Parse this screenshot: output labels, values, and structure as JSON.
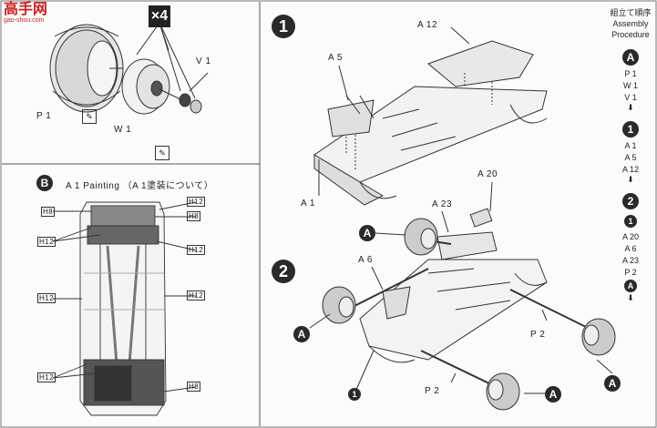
{
  "logo": {
    "text": "高手网",
    "url_text": "gao-shou.com"
  },
  "wheel": {
    "multiplier": "×4",
    "parts": {
      "tire": "P 1",
      "wheel": "W 1",
      "cap": "V 1"
    }
  },
  "section_b": {
    "badge": "B",
    "title": "A 1 Painting （A 1塗装について）",
    "color_codes": {
      "h12": "H12",
      "h8": "H8"
    },
    "h_prefix": "H"
  },
  "step1": {
    "badge": "1",
    "parts": {
      "a12": "A 12",
      "a5": "A 5",
      "a1": "A 1"
    }
  },
  "step2": {
    "badge": "2",
    "parts": {
      "a20": "A 20",
      "a23": "A 23",
      "a6": "A 6",
      "p2a": "P 2",
      "p2b": "P 2"
    },
    "callouts": {
      "a": "A",
      "one": "1"
    }
  },
  "sidebar": {
    "title_jp": "組立て順序",
    "title_en_1": "Assembly",
    "title_en_2": "Procedure",
    "seq": {
      "a": "A",
      "a_items": [
        "P 1",
        "W 1",
        "V 1"
      ],
      "one": "1",
      "one_items": [
        "A 1",
        "A 5",
        "A 12"
      ],
      "two": "2",
      "two_sub": "1",
      "two_items": [
        "A 20",
        "A 6",
        "A 23",
        "P 2"
      ],
      "two_end": "A"
    },
    "arrow": "⬇"
  }
}
